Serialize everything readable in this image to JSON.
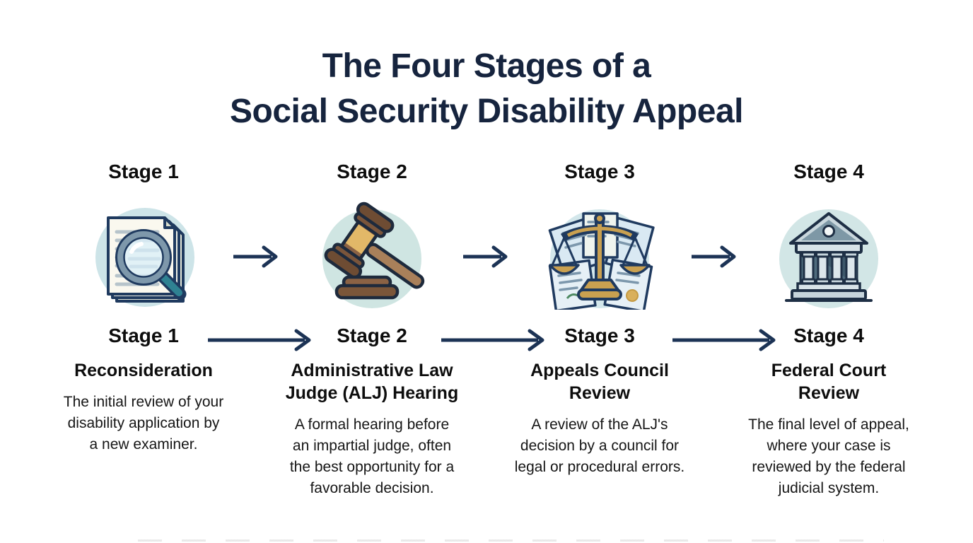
{
  "title": {
    "line1": "The Four Stages of a",
    "line2": "Social Security Disability Appeal"
  },
  "stages": [
    {
      "stage_label": "Stage 1",
      "icon": "documents-magnifier-icon",
      "heading": "Reconsideration",
      "description": "The initial review of your\ndisability application by\na new examiner."
    },
    {
      "stage_label": "Stage 2",
      "icon": "gavel-icon",
      "heading": "Administrative Law\nJudge (ALJ) Hearing",
      "description": "A formal hearing before\nan impartial judge, often\nthe best opportunity for a\nfavorable decision."
    },
    {
      "stage_label": "Stage 3",
      "icon": "scales-documents-icon",
      "heading": "Appeals Council\nReview",
      "description": "A review of the ALJ's\ndecision by a council for\nlegal or procedural errors."
    },
    {
      "stage_label": "Stage 4",
      "icon": "courthouse-icon",
      "heading": "Federal Court\nReview",
      "description": "The final level of appeal,\nwhere your case is\nreviewed by the federal\njudicial system."
    }
  ],
  "colors": {
    "title": "#16243E",
    "arrow": "#1C3355",
    "icon_circle": "#CEE4E8",
    "outline": "#1F3A5F",
    "text": "#0d0d0d"
  }
}
